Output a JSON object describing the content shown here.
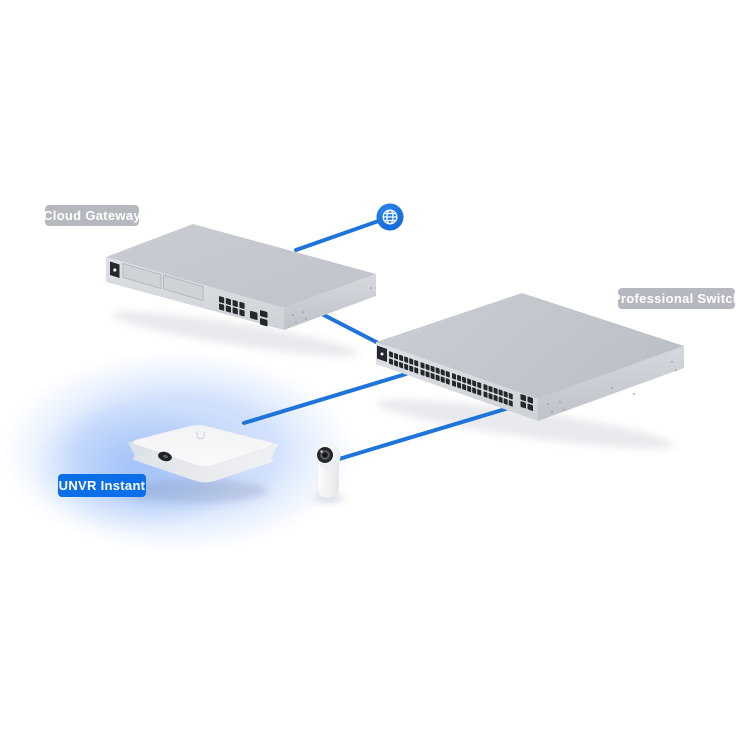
{
  "diagram": {
    "background_color": "#ffffff",
    "connection_color": "#1e74d8",
    "glow_color": "#7ca8f6",
    "badges": {
      "gateway": {
        "label": "Cloud Gateway",
        "color": "#b1b5bc",
        "text_color": "#ffffff"
      },
      "switch": {
        "label": "Professional Switch",
        "color": "#b1b5bc",
        "text_color": "#ffffff"
      },
      "nvr": {
        "label": "UNVR Instant",
        "color": "#0d6fe8",
        "text_color": "#ffffff"
      }
    },
    "icons": [
      {
        "name": "globe-icon",
        "meaning": "internet",
        "color": "#1372e0",
        "glyph_color": "#ffffff"
      }
    ],
    "devices": [
      {
        "id": "cloud-gateway",
        "label": "Cloud Gateway",
        "kind": "rackmount gateway with display, 2 drive bays and ethernet ports"
      },
      {
        "id": "professional-switch",
        "label": "Professional Switch",
        "kind": "rackmount 48-port switch with SFP ports"
      },
      {
        "id": "unvr-instant",
        "label": "UNVR Instant",
        "kind": "compact square NVR with blue glow"
      },
      {
        "id": "camera",
        "label": "",
        "kind": "compact cylindrical security camera"
      },
      {
        "id": "internet",
        "label": "",
        "kind": "globe icon node"
      }
    ],
    "connections": [
      {
        "from": "internet",
        "to": "cloud-gateway"
      },
      {
        "from": "cloud-gateway",
        "to": "professional-switch"
      },
      {
        "from": "professional-switch",
        "to": "unvr-instant"
      },
      {
        "from": "professional-switch",
        "to": "camera"
      }
    ]
  }
}
